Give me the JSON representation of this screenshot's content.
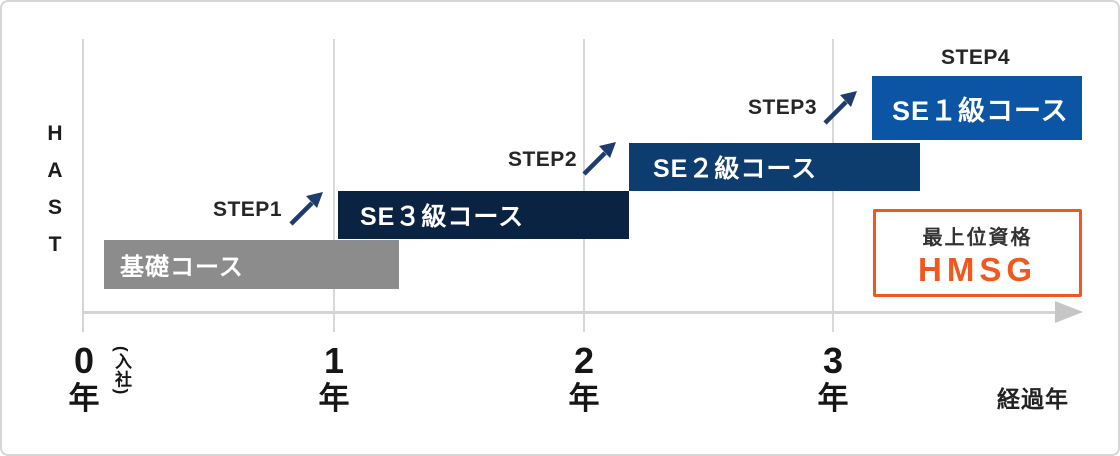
{
  "figure": {
    "y_axis_letters": [
      "H",
      "A",
      "S",
      "T"
    ],
    "x_axis_label": "経過年",
    "ticks": [
      {
        "value": "0",
        "unit": "年",
        "annotation": "(入社)"
      },
      {
        "value": "1",
        "unit": "年"
      },
      {
        "value": "2",
        "unit": "年"
      },
      {
        "value": "3",
        "unit": "年"
      }
    ],
    "steps": [
      {
        "label": "STEP1"
      },
      {
        "label": "STEP2"
      },
      {
        "label": "STEP3"
      },
      {
        "label": "STEP4"
      }
    ],
    "courses": [
      {
        "label": "基礎コース",
        "color": "#8c8c8c",
        "start_year": 0.1,
        "end_year": 1.25
      },
      {
        "label": "SE３級コース",
        "color": "#0b2342",
        "start_year": 1.0,
        "end_year": 2.2
      },
      {
        "label": "SE２級コース",
        "color": "#0d3c6e",
        "start_year": 2.2,
        "end_year": 3.35
      },
      {
        "label": "SE１級コース",
        "color": "#0b55a4",
        "start_year": 3.15,
        "end_year": 4.0
      }
    ],
    "badge": {
      "title": "最上位資格",
      "code": "HMSG",
      "accent_color": "#f2571d"
    },
    "colors": {
      "axis": "#d4d4d4",
      "step_arrow": "#1e3c6d",
      "box_text": "#ffffff"
    }
  }
}
